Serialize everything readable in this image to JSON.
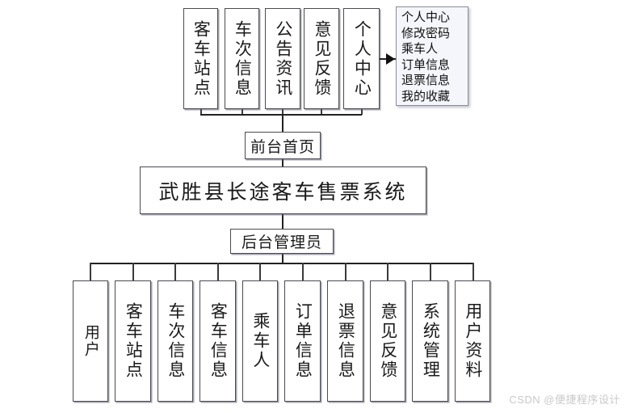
{
  "diagram": {
    "title": "武胜县长途客车售票系统",
    "type": "system-function-tree",
    "root": {
      "label": "武胜县长途客车售票系统"
    },
    "frontend": {
      "label": "前台首页",
      "modules": [
        {
          "label": "客车站点"
        },
        {
          "label": "车次信息"
        },
        {
          "label": "公告资讯"
        },
        {
          "label": "意见反馈"
        },
        {
          "label": "个人中心"
        }
      ],
      "popup": {
        "anchor": "个人中心",
        "items": [
          "个人中心",
          "修改密码",
          "乘车人",
          "订单信息",
          "退票信息",
          "我的收藏"
        ]
      }
    },
    "backend": {
      "label": "后台管理员",
      "modules": [
        {
          "label": "用户"
        },
        {
          "label": "客车站点"
        },
        {
          "label": "车次信息"
        },
        {
          "label": "客车信息"
        },
        {
          "label": "乘车人"
        },
        {
          "label": "订单信息"
        },
        {
          "label": "退票信息"
        },
        {
          "label": "意见反馈"
        },
        {
          "label": "系统管理"
        },
        {
          "label": "用户资料"
        }
      ]
    }
  },
  "watermark": {
    "text": "CSDN @便捷程序设计"
  },
  "colors": {
    "background": "#ffffff",
    "box_border": "#4a4a55",
    "connector": "#222222",
    "popup_background": "#f4f6fb",
    "popup_border": "#8d8d9a",
    "text": "#1a1a1a",
    "watermark": "#c9c9c9"
  }
}
